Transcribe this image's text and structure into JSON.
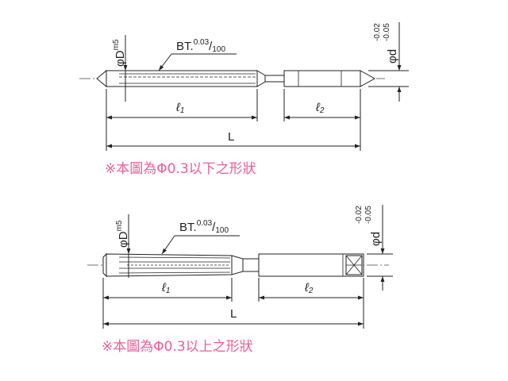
{
  "labels": {
    "phi": "φ",
    "D": "D",
    "D_tol": "m5",
    "d": "d",
    "d_tol_upper": "-0.02",
    "d_tol_lower": "-0.05",
    "bt_prefix": "BT.",
    "bt_num": "0.03",
    "bt_slash": "/",
    "bt_den": "100",
    "l1": "ℓ",
    "l1_sub": "1",
    "l2": "ℓ",
    "l2_sub": "2",
    "L": "L"
  },
  "notes": {
    "top": "※本圖為Φ0.3以下之形狀",
    "bottom": "※本圖為Φ0.3以上之形狀"
  }
}
